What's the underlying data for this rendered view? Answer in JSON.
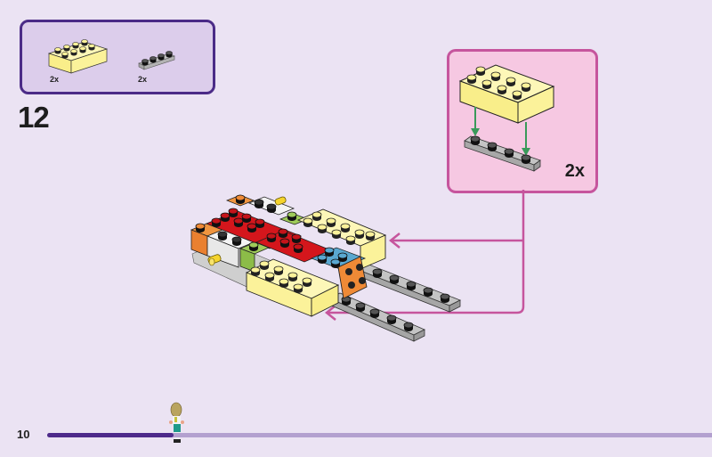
{
  "parts_list": {
    "items": [
      {
        "name": "yellow-brick-2x4",
        "color": "#fbf29a",
        "quantity": "2x"
      },
      {
        "name": "gray-plate-1x4",
        "color": "#a9a9a9",
        "quantity": "2x"
      }
    ]
  },
  "step": {
    "number": "12"
  },
  "callout": {
    "quantity": "2x"
  },
  "footer": {
    "page_number": "10",
    "progress": 0.19
  },
  "colors": {
    "background": "#ebe3f3",
    "parts_border": "#4b2b87",
    "callout_border": "#c6559d",
    "arrow": "#c6559d",
    "insert_arrow": "#3a9a5a",
    "progress_fill": "#4e2a8a",
    "progress_track": "#b3a0cf"
  }
}
